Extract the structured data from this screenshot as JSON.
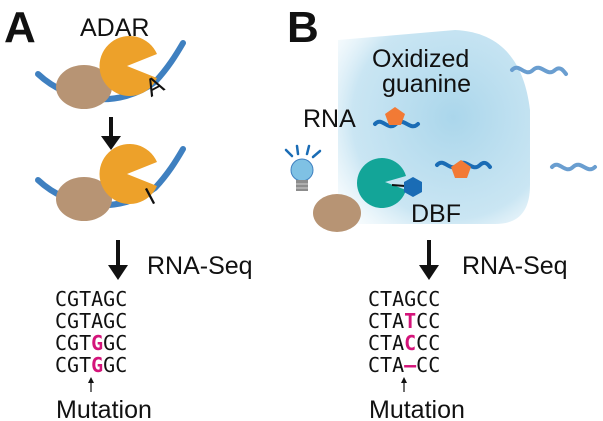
{
  "panel_a": {
    "letter": "A",
    "enzyme_label": "ADAR",
    "base_before": "A",
    "base_after": "I",
    "method_label": "",
    "sequences": [
      {
        "pre": "CGTAGC",
        "mut": "",
        "post": ""
      },
      {
        "pre": "CGTAGC",
        "mut": "",
        "post": ""
      },
      {
        "pre": "CGT",
        "mut": "G",
        "post": "GC"
      },
      {
        "pre": "CGT",
        "mut": "G",
        "post": "GC"
      }
    ],
    "mutation_label": "Mutation"
  },
  "panel_b": {
    "letter": "B",
    "oxidized_line1": "Oxidized",
    "oxidized_line2": "guanine",
    "rna_label": "RNA",
    "dbf_label": "DBF",
    "method_label": "RNA-Seq",
    "sequences": [
      {
        "pre": "CTAGCC",
        "mut": "",
        "post": ""
      },
      {
        "pre": "CTA",
        "mut": "T",
        "post": "CC"
      },
      {
        "pre": "CTA",
        "mut": "C",
        "post": "CC"
      },
      {
        "pre": "CTA",
        "mut": "–",
        "post": "CC"
      }
    ],
    "mutation_label": "Mutation"
  },
  "shared_method_label": "RNA-Seq",
  "colors": {
    "adar_orange": "#eda12a",
    "rna_blue": "#3f80c0",
    "ribosome_brown": "#b79474",
    "dbf_teal": "#13a598",
    "dbf_blue": "#1a6cb5",
    "guanine_orange": "#f27a35",
    "mutation_magenta": "#d4147a",
    "light_glow": "#a6d4ea",
    "bulb_blue": "#7fc1e4"
  },
  "icons": [
    "light-bulb-icon",
    "down-arrow-icon",
    "up-arrow-icon"
  ]
}
